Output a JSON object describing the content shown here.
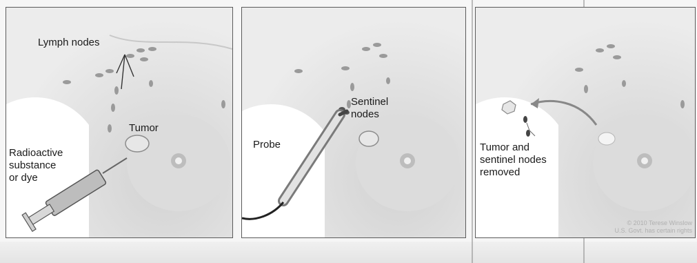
{
  "panels": [
    {
      "labels": {
        "lymph_nodes": "Lymph nodes",
        "tumor": "Tumor",
        "injection": "Radioactive\nsubstance\nor dye"
      }
    },
    {
      "labels": {
        "probe": "Probe",
        "sentinel_nodes": "Sentinel\nnodes"
      }
    },
    {
      "labels": {
        "removed": "Tumor and\nsentinel nodes\nremoved"
      },
      "credit": "© 2010 Terese Winslow\nU.S. Govt. has certain rights"
    }
  ],
  "colors": {
    "skin": "#d9d9d9",
    "skin_shadow": "#c4c4c4",
    "node": "#9a9a9a",
    "panel_border": "#5a5a5a"
  }
}
